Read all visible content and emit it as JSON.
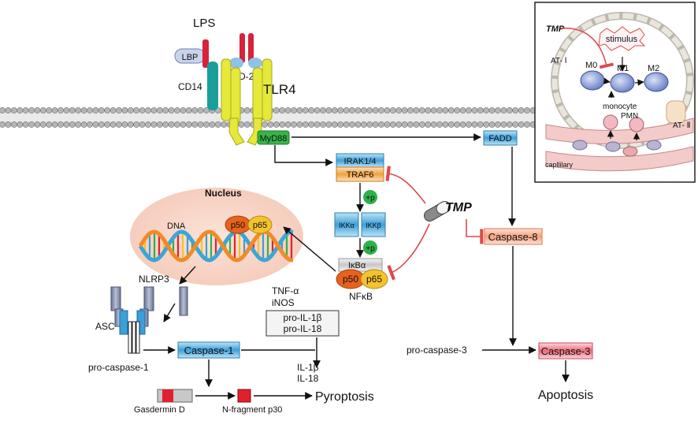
{
  "labels": {
    "lps": "LPS",
    "lbp": "LBP",
    "cd14": "CD14",
    "md2": "MD-2",
    "tlr4": "TLR4",
    "myd88": "MyD88",
    "fadd": "FADD",
    "irak": "IRAK1/4",
    "traf6": "TRAF6",
    "plus_p": "+p",
    "ikka": "IKKα",
    "ikkb": "IKKβ",
    "ikba": "IκBα",
    "p50": "p50",
    "p65": "p65",
    "nfkb": "NFκB",
    "tmp": "TMP",
    "nucleus": "Nucleus",
    "dna": "DNA",
    "nlrp3": "NLRP3",
    "asc": "ASC",
    "pro_casp1": "pro-caspase-1",
    "casp1": "Caspase-1",
    "tnf": "TNF-α",
    "inos": "iNOS",
    "pro_il1b": "pro-IL-1β",
    "pro_il18": "pro-IL-18",
    "il1b": "IL-1β",
    "il18": "IL-18",
    "gasdermin": "Gasdermin D",
    "nfrag": "N-fragment p30",
    "pyroptosis": "Pyroptosis",
    "casp8": "Caspase-8",
    "pro_casp3": "pro-caspase-3",
    "casp3": "Caspase-3",
    "apoptosis": "Apoptosis"
  },
  "inset": {
    "tmp": "TMP",
    "stimulus": "stimulus",
    "at1": "AT- Ⅰ",
    "m0": "M0",
    "m1": "M1",
    "m2": "M2",
    "monocyte": "monocyte",
    "pmn": "PMN",
    "at2": "AT- Ⅱ",
    "capillary": "capllilary"
  },
  "colors": {
    "red_arrow": "#e0474c",
    "caspase_blue": "#3b9fd8",
    "caspase8": "#f7a07a",
    "caspase3": "#ee6a7a",
    "traf6": "#f2a23c",
    "p50": "#e8621e",
    "p65": "#f3c32d",
    "plus_p": "#2eb14a",
    "myd88": "#37b34a",
    "tlr4": "#e6e83a",
    "cd14": "#1a9e9a",
    "lps": "#d8223a"
  }
}
